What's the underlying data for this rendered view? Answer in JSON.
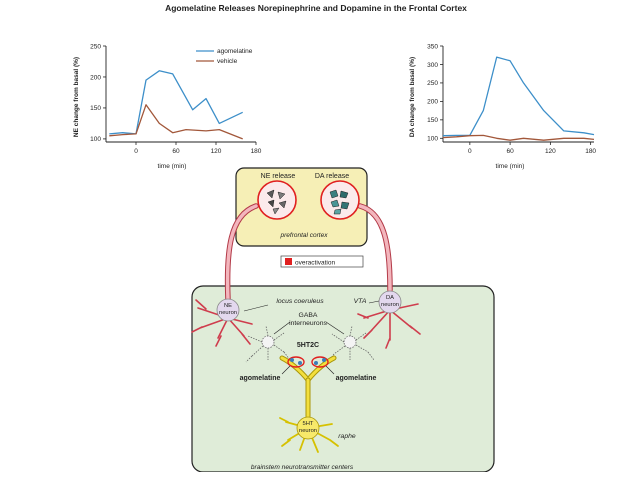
{
  "title": "Agomelatine Releases Norepinephrine and Dopamine in the Frontal Cortex",
  "colors": {
    "agomelatine": "#3d8fc9",
    "vehicle": "#a2573a",
    "overactivation": "#e02020",
    "pfc_fill": "#f6efb6",
    "brainstem_fill": "#dfecd8"
  },
  "charts": {
    "ne": {
      "ylabel": "NE change from basal (%)",
      "xlabel": "time (min)",
      "yticks": [
        "100",
        "150",
        "200",
        "250"
      ],
      "xticks": [
        "0",
        "60",
        "120",
        "180"
      ],
      "legend": {
        "agomelatine": "agomelatine",
        "vehicle": "vehicle"
      }
    },
    "da": {
      "ylabel": "DA change from basal (%)",
      "xlabel": "time (min)",
      "yticks": [
        "100",
        "150",
        "200",
        "250",
        "300",
        "350"
      ],
      "xticks": [
        "0",
        "60",
        "120",
        "180"
      ]
    }
  },
  "chart_data": [
    {
      "type": "line",
      "xlabel": "time (min)",
      "ylabel": "NE change from basal (%)",
      "xlim": [
        -45,
        180
      ],
      "ylim": [
        95,
        250
      ],
      "series": [
        {
          "name": "agomelatine",
          "x": [
            -40,
            -20,
            0,
            15,
            35,
            55,
            85,
            105,
            125,
            160
          ],
          "values": [
            108,
            110,
            108,
            195,
            210,
            205,
            147,
            165,
            125,
            143
          ]
        },
        {
          "name": "vehicle",
          "x": [
            -40,
            -20,
            0,
            15,
            35,
            55,
            75,
            105,
            125,
            160
          ],
          "values": [
            105,
            107,
            108,
            155,
            125,
            110,
            115,
            113,
            115,
            100
          ]
        }
      ]
    },
    {
      "type": "line",
      "xlabel": "time (min)",
      "ylabel": "DA change from basal (%)",
      "xlim": [
        -40,
        185
      ],
      "ylim": [
        90,
        350
      ],
      "series": [
        {
          "name": "agomelatine",
          "x": [
            -40,
            -20,
            0,
            20,
            40,
            60,
            80,
            110,
            140,
            170,
            185
          ],
          "values": [
            107,
            108,
            108,
            175,
            320,
            310,
            250,
            175,
            120,
            115,
            110
          ]
        },
        {
          "name": "vehicle",
          "x": [
            -40,
            -20,
            0,
            20,
            40,
            60,
            80,
            110,
            140,
            170,
            185
          ],
          "values": [
            102,
            104,
            107,
            108,
            100,
            95,
            100,
            95,
            100,
            100,
            97
          ]
        }
      ]
    }
  ],
  "diagram": {
    "ne_release": "NE release",
    "da_release": "DA release",
    "prefrontal_cortex": "prefrontal cortex",
    "overactivation": "overactivation",
    "locus_coeruleus": "locus coeruleus",
    "vta": "VTA",
    "gaba_line1": "GABA",
    "gaba_line2": "interneurons",
    "receptor": "5HT2C",
    "agomelatine_left": "agomelatine",
    "agomelatine_right": "agomelatine",
    "ne_neuron_line1": "NE",
    "ne_neuron_line2": "neuron",
    "da_neuron_line1": "DA",
    "da_neuron_line2": "neuron",
    "sht_neuron_line1": "5HT",
    "sht_neuron_line2": "neuron",
    "raphe": "raphe",
    "brainstem": "brainstem neurotransmitter centers"
  }
}
